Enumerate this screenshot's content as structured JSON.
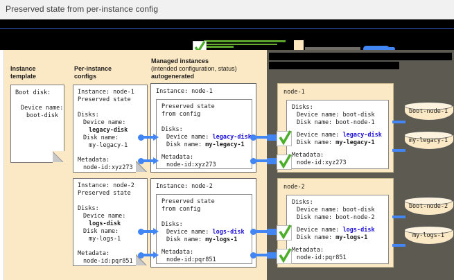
{
  "caption": {
    "text": "Preserved state from per-instance config"
  },
  "legend": {
    "check_icon": "green-check-icon",
    "items": [
      {
        "icon": "green-check-icon",
        "label": ""
      },
      {
        "icon": "green-line",
        "label": ""
      },
      {
        "icon": "cream-swatch",
        "label": ""
      },
      {
        "icon": "gray-line",
        "label": ""
      },
      {
        "icon": "blue-pill",
        "label": ""
      }
    ]
  },
  "columns": {
    "instance_template": {
      "line1": "Instance",
      "line2": "template"
    },
    "per_instance_configs": {
      "line1": "Per-instance",
      "line2": "configs"
    },
    "managed_instances": {
      "line1": "Managed instances",
      "line2": "(intended configuration, status)",
      "line3": "autogenerated"
    },
    "right_panel_header": {
      "line1": "",
      "line2": ""
    }
  },
  "instance_template_card": {
    "title": "Boot disk:",
    "device_label": "Device name:",
    "device_value": "boot-disk"
  },
  "per_instance_configs": [
    {
      "instance_line": "Instance: node-1",
      "preserved_line": "Preserved state",
      "disks_label": "Disks:",
      "device_name_label": "Device name:",
      "device_name_value": "legacy-disk",
      "disk_name_label": "Disk name:",
      "disk_name_value": "my-legacy-1",
      "metadata_label": "Metadata:",
      "metadata_value": "node-id:xyz273"
    },
    {
      "instance_line": "Instance: node-2",
      "preserved_line": "Preserved state",
      "disks_label": "Disks:",
      "device_name_label": "Device name:",
      "device_name_value": "logs-disk",
      "disk_name_label": "Disk name:",
      "disk_name_value": "my-logs-1",
      "metadata_label": "Metadata:",
      "metadata_value": "node-id:pqr851"
    }
  ],
  "managed_instances": [
    {
      "instance_line": "Instance: node-1",
      "preserved_line1": "Preserved state",
      "preserved_line2": "from config",
      "disks_label": "Disks:",
      "device_name_label": "Device name: ",
      "device_name_value": "legacy-disk",
      "disk_name_label": "Disk name: ",
      "disk_name_value": "my-legacy-1",
      "metadata_label": "Metadata:",
      "metadata_value": "node-id:xyz273"
    },
    {
      "instance_line": "Instance: node-2",
      "preserved_line1": "Preserved state",
      "preserved_line2": "from config",
      "disks_label": "Disks:",
      "device_name_label": "Device name: ",
      "device_name_value": "logs-disk",
      "disk_name_label": "Disk name: ",
      "disk_name_value": "my-logs-1",
      "metadata_label": "Metadata:",
      "metadata_value": "node-id:pqr851"
    }
  ],
  "nodes": [
    {
      "title": "node-1",
      "disks_label": "Disks:",
      "boot_device_line": "Device name: boot-disk",
      "boot_disk_line": "Disk name: boot-node-1",
      "pref_device_label": "Device name: ",
      "pref_device_value": "legacy-disk",
      "pref_disk_label": "Disk name: ",
      "pref_disk_value": "my-legacy-1",
      "metadata_label": "Metadata:",
      "metadata_value": "node-id:xyz273",
      "disks": [
        {
          "name": "boot-node-1"
        },
        {
          "name": "my-legacy-1"
        }
      ]
    },
    {
      "title": "node-2",
      "disks_label": "Disks:",
      "boot_device_line": "Device name: boot-disk",
      "boot_disk_line": "Disk name: boot-node-2",
      "pref_device_label": "Device name: ",
      "pref_device_value": "logs-disk",
      "pref_disk_label": "Disk name: ",
      "pref_disk_value": "my-logs-1",
      "metadata_label": "Metadata:",
      "metadata_value": "node-id:pqr851",
      "disks": [
        {
          "name": "boot-node-2"
        },
        {
          "name": "my-logs-1"
        }
      ]
    }
  ],
  "colors": {
    "cream_panel": "#fbe8c4",
    "gray_panel": "#5d5a52",
    "connector_blue": "#4285f4",
    "check_green": "#4caf2a",
    "value_blue": "#1a0dd8",
    "value_purple": "#a715c9",
    "caption_bg": "#f1f1f1"
  }
}
